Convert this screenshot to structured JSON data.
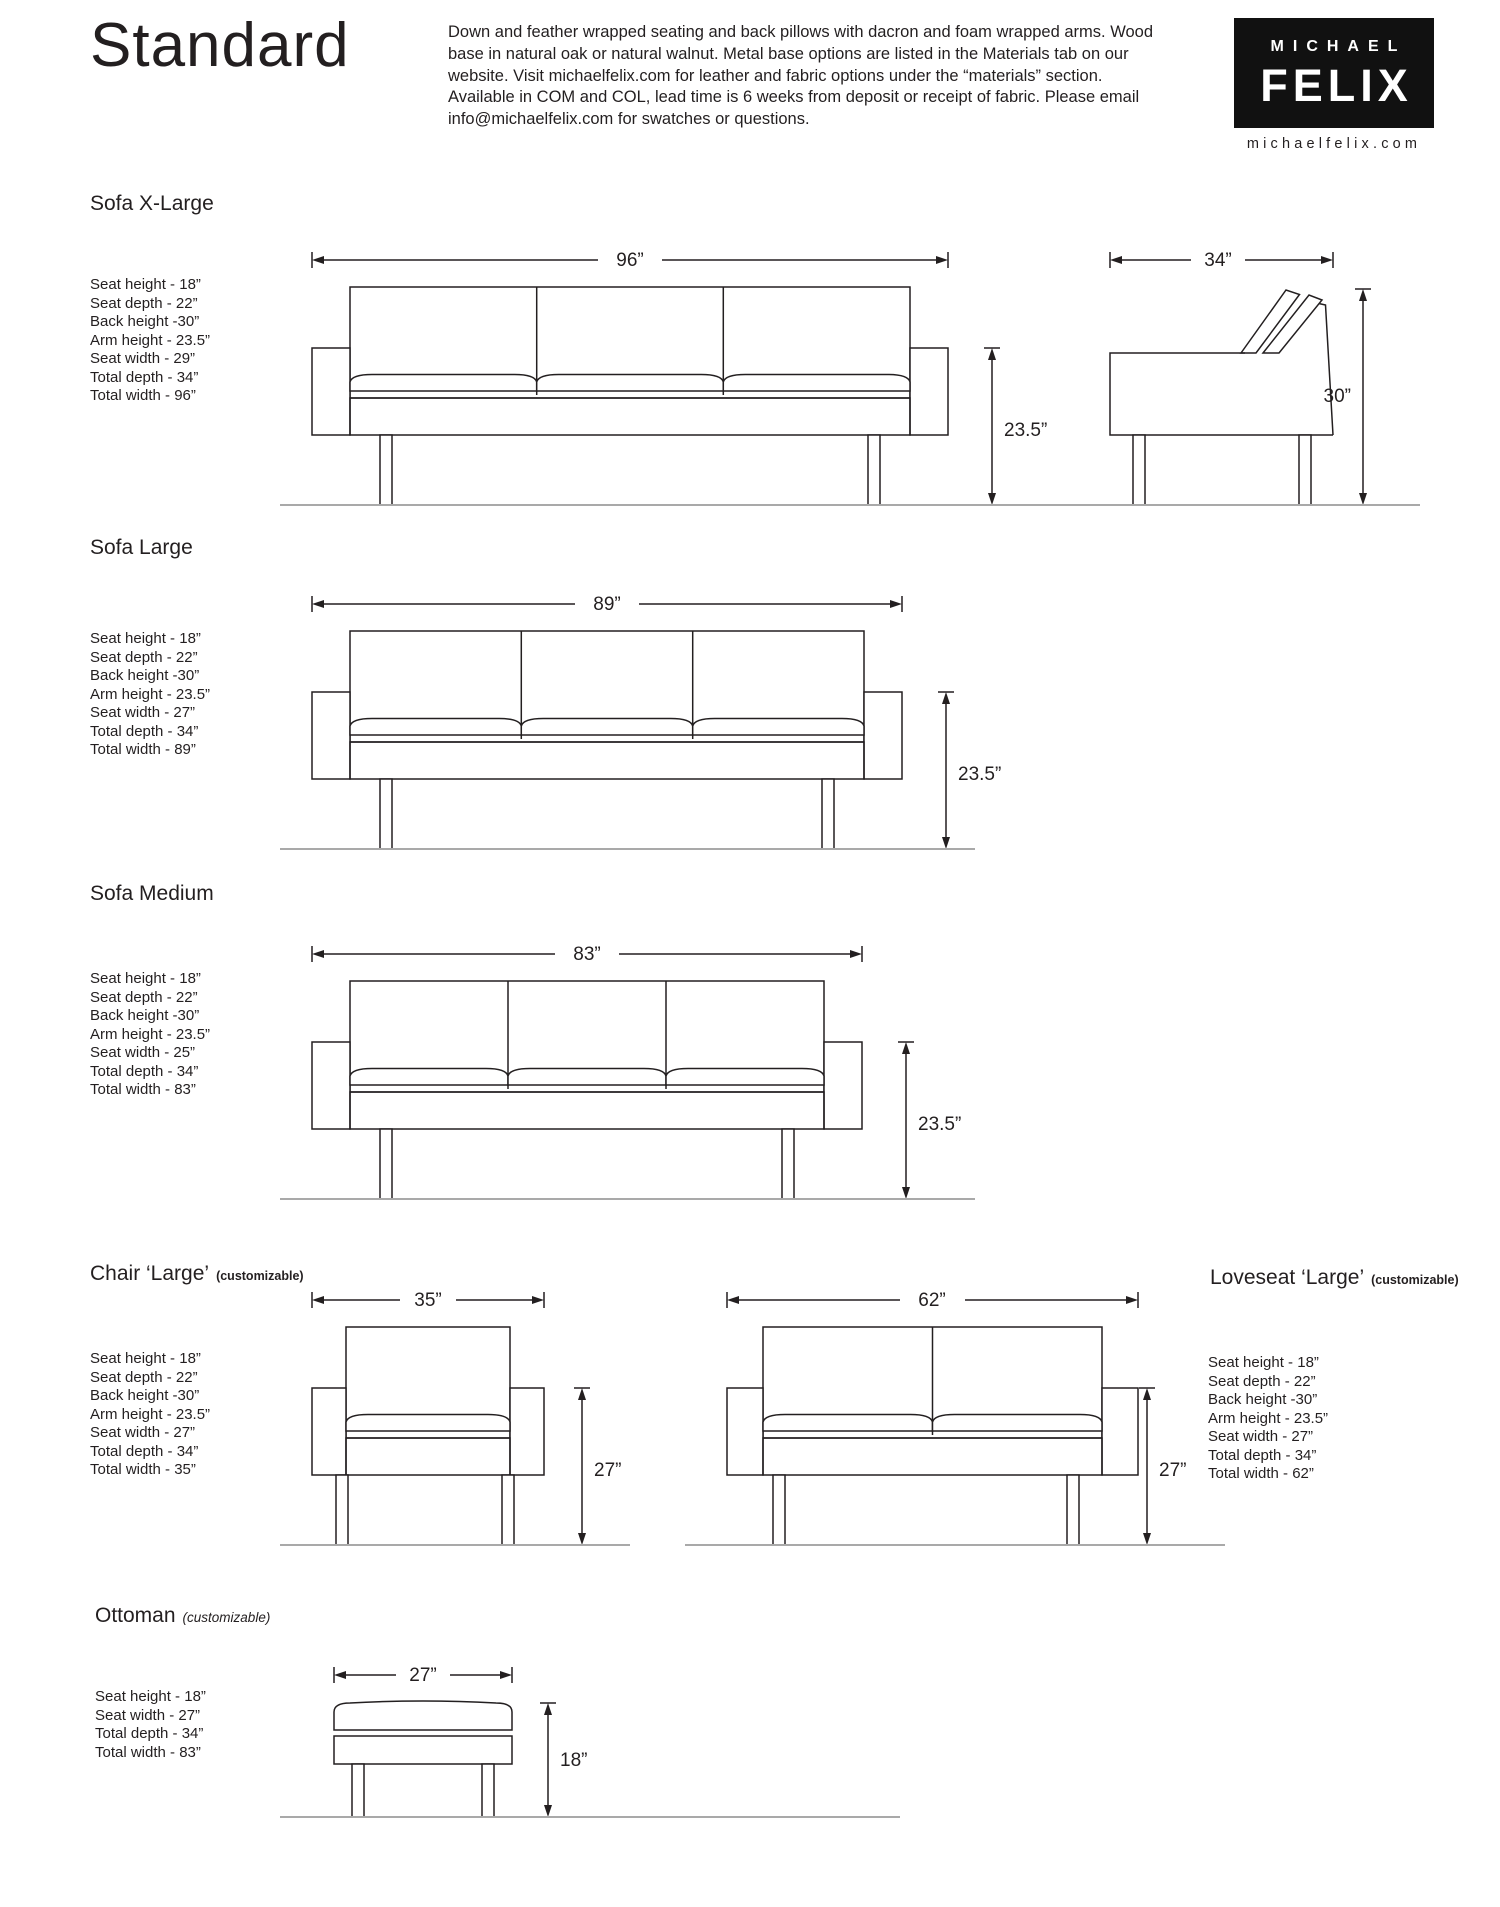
{
  "colors": {
    "ink": "#231f20",
    "ground_line": "#a9a9a9",
    "logo_bg": "#111111"
  },
  "header": {
    "title": "Standard",
    "description": "Down and feather wrapped seating and back pillows with dacron and foam wrapped arms. Wood base in natural oak or natural walnut. Metal base options are listed in the Materials tab on our website. Visit michaelfelix.com for leather and fabric options under the “materials” section. Available in COM and COL, lead time is 6 weeks from deposit or receipt of fabric. Please email info@michaelfelix.com for swatches or questions.",
    "logo": {
      "top": "MICHAEL",
      "main": "FELIX",
      "website": "michaelfelix.com"
    }
  },
  "sections": {
    "sofa_xl": {
      "title": "Sofa X-Large",
      "specs": [
        "Seat height - 18”",
        "Seat depth - 22”",
        "Back height -30”",
        "Arm height - 23.5”",
        "Seat width - 29”",
        "Total depth - 34”",
        "Total width - 96”"
      ],
      "dims": {
        "width": "96”",
        "arm_height": "23.5”",
        "side_depth": "34”",
        "total_height": "30”"
      }
    },
    "sofa_large": {
      "title": "Sofa Large",
      "specs": [
        "Seat height - 18”",
        "Seat depth - 22”",
        "Back height -30”",
        "Arm height - 23.5”",
        "Seat width - 27”",
        "Total depth - 34”",
        "Total width - 89”"
      ],
      "dims": {
        "width": "89”",
        "arm_height": "23.5”"
      }
    },
    "sofa_medium": {
      "title": "Sofa Medium",
      "specs": [
        "Seat height - 18”",
        "Seat depth - 22”",
        "Back height -30”",
        "Arm height - 23.5”",
        "Seat width - 25”",
        "Total depth - 34”",
        "Total width - 83”"
      ],
      "dims": {
        "width": "83”",
        "arm_height": "23.5”"
      }
    },
    "chair": {
      "title": "Chair ‘Large’",
      "subtitle": "(customizable)",
      "specs": [
        "Seat height - 18”",
        "Seat depth - 22”",
        "Back height -30”",
        "Arm height - 23.5”",
        "Seat width - 27”",
        "Total depth - 34”",
        "Total width - 35”"
      ],
      "dims": {
        "width": "35”",
        "height": "27”"
      }
    },
    "loveseat": {
      "title": "Loveseat ‘Large’",
      "subtitle": "(customizable)",
      "specs": [
        "Seat height - 18”",
        "Seat depth - 22”",
        "Back height -30”",
        "Arm height - 23.5”",
        "Seat width - 27”",
        "Total depth - 34”",
        "Total width - 62”"
      ],
      "dims": {
        "width": "62”",
        "height": "27”"
      }
    },
    "ottoman": {
      "title": "Ottoman",
      "subtitle": "(customizable)",
      "specs": [
        "Seat height - 18”",
        "Seat width - 27”",
        "Total depth - 34”",
        "Total width - 83”"
      ],
      "dims": {
        "width": "27”",
        "height": "18”"
      }
    }
  }
}
